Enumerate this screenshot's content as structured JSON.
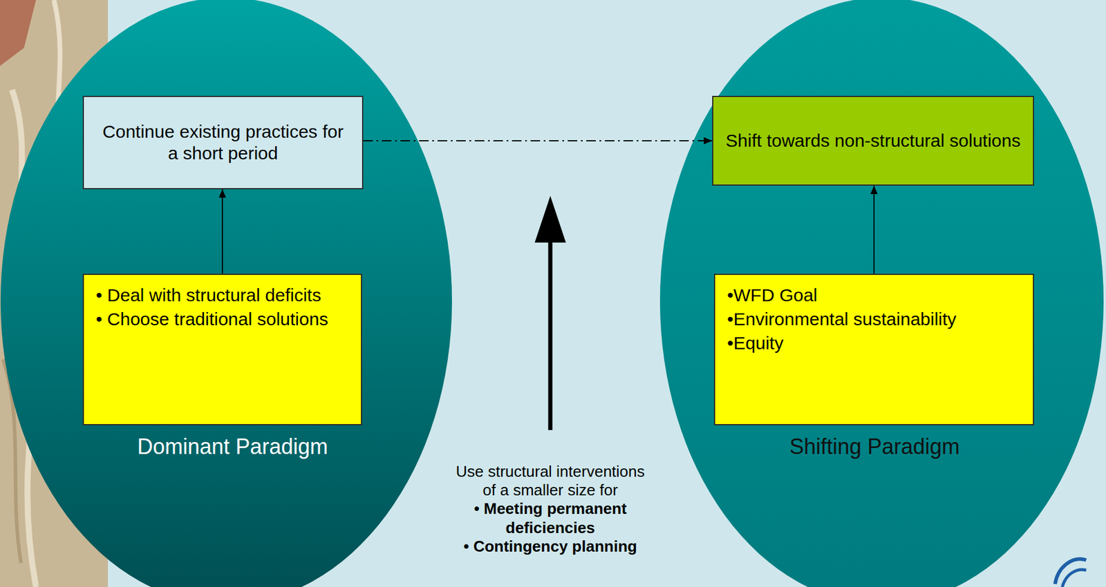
{
  "diagram": {
    "nodes": [
      {
        "text": [
          "Dominant Paradigm"
        ]
      },
      {
        "text": [
          "Continue existing practices for a short period"
        ],
        "in": 0
      },
      {
        "text": [
          "• Deal with structural deficits",
          "• Choose traditional solutions"
        ],
        "in": 0
      },
      {
        "text": [
          "Shifting Paradigm"
        ]
      },
      {
        "text": [
          "Shift towards non-structural solutions"
        ],
        "in": 3
      },
      {
        "text": [
          "•WFD Goal",
          "•Environmental sustainability",
          "•Equity"
        ],
        "in": 3
      }
    ],
    "edges": [
      {
        "from": 2,
        "to": 1,
        "arrow": "to"
      },
      {
        "from": 1,
        "to": 4,
        "arrow": "to"
      },
      {
        "from": 5,
        "to": 4,
        "arrow": "to"
      }
    ],
    "labels": [
      "Use structural interventions of a smaller size for",
      "• Meeting permanent deficiencies",
      "• Contingency planning"
    ]
  }
}
